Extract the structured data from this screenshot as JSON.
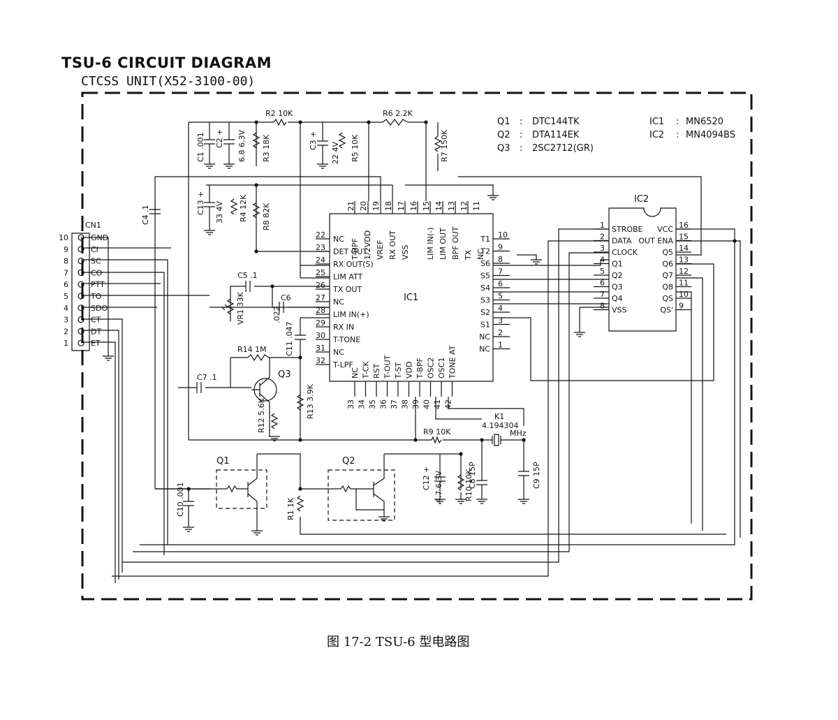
{
  "title": "TSU-6 CIRCUIT DIAGRAM",
  "subtitle": "CTCSS UNIT(X52-3100-00)",
  "caption": "图 17-2   TSU-6 型电路图",
  "parts_list": [
    {
      "ref": "Q1",
      "sep": ":",
      "part": "DTC144TK"
    },
    {
      "ref": "Q2",
      "sep": ":",
      "part": "DTA114EK"
    },
    {
      "ref": "Q3",
      "sep": ":",
      "part": "2SC2712(GR)"
    },
    {
      "ref": "IC1",
      "sep": ":",
      "part": "MN6520"
    },
    {
      "ref": "IC2",
      "sep": ":",
      "part": "MN4094BS"
    }
  ],
  "connector": {
    "name": "CN1",
    "pins": [
      {
        "num": "10",
        "label": "GND"
      },
      {
        "num": "9",
        "label": "CI"
      },
      {
        "num": "8",
        "label": "SC"
      },
      {
        "num": "7",
        "label": "CO"
      },
      {
        "num": "6",
        "label": "PTT"
      },
      {
        "num": "5",
        "label": "TO"
      },
      {
        "num": "4",
        "label": "SDO"
      },
      {
        "num": "3",
        "label": "CT"
      },
      {
        "num": "2",
        "label": "DT"
      },
      {
        "num": "1",
        "label": "ET"
      }
    ]
  },
  "ic1": {
    "name": "IC1",
    "left_pins": [
      {
        "num": "22",
        "label": "NC"
      },
      {
        "num": "23",
        "label": "DET OUT"
      },
      {
        "num": "24",
        "label": "RX OUT(S)"
      },
      {
        "num": "25",
        "label": "LIM ATT"
      },
      {
        "num": "26",
        "label": "TX OUT"
      },
      {
        "num": "27",
        "label": "NC"
      },
      {
        "num": "28",
        "label": "LIM IN(+)"
      },
      {
        "num": "29",
        "label": "RX IN"
      },
      {
        "num": "30",
        "label": "T-TONE"
      },
      {
        "num": "31",
        "label": "NC"
      },
      {
        "num": "32",
        "label": "T-LPF"
      }
    ],
    "top_pins": [
      {
        "num": "21",
        "label": "T-HPF"
      },
      {
        "num": "20",
        "label": "1/2VDD"
      },
      {
        "num": "19",
        "label": "VREF"
      },
      {
        "num": "18",
        "label": "RX OUT"
      },
      {
        "num": "17",
        "label": "VSS"
      },
      {
        "num": "16",
        "label": ""
      },
      {
        "num": "15",
        "label": "LIM IN(-)"
      },
      {
        "num": "14",
        "label": "LIM OUT"
      },
      {
        "num": "13",
        "label": "BPF OUT"
      },
      {
        "num": "12",
        "label": "TX"
      },
      {
        "num": "11",
        "label": "NC"
      }
    ],
    "right_pins": [
      {
        "num": "10",
        "label": "T1"
      },
      {
        "num": "9",
        "label": "T2"
      },
      {
        "num": "8",
        "label": "S6"
      },
      {
        "num": "7",
        "label": "S5"
      },
      {
        "num": "6",
        "label": "S4"
      },
      {
        "num": "5",
        "label": "S3"
      },
      {
        "num": "4",
        "label": "S2"
      },
      {
        "num": "3",
        "label": "S1"
      },
      {
        "num": "2",
        "label": "NC"
      },
      {
        "num": "1",
        "label": "NC"
      }
    ],
    "bottom_pins": [
      {
        "num": "33",
        "label": "NC"
      },
      {
        "num": "34",
        "label": "T-CK"
      },
      {
        "num": "35",
        "label": "RST"
      },
      {
        "num": "36",
        "label": "T-OUT"
      },
      {
        "num": "37",
        "label": "T-ST"
      },
      {
        "num": "38",
        "label": "VDD"
      },
      {
        "num": "39",
        "label": "T-BPF"
      },
      {
        "num": "40",
        "label": "OSC2"
      },
      {
        "num": "41",
        "label": "OSC1"
      },
      {
        "num": "42",
        "label": "TONE AT"
      }
    ]
  },
  "ic2": {
    "name": "IC2",
    "left_pins": [
      {
        "num": "1",
        "label": "STROBE"
      },
      {
        "num": "2",
        "label": "DATA"
      },
      {
        "num": "3",
        "label": "CLOCK"
      },
      {
        "num": "4",
        "label": "Q1"
      },
      {
        "num": "5",
        "label": "Q2"
      },
      {
        "num": "6",
        "label": "Q3"
      },
      {
        "num": "7",
        "label": "Q4"
      },
      {
        "num": "8",
        "label": "VSS"
      }
    ],
    "right_pins": [
      {
        "num": "16",
        "label": "VCC"
      },
      {
        "num": "15",
        "label": "OUT ENA"
      },
      {
        "num": "14",
        "label": "Q5"
      },
      {
        "num": "13",
        "label": "Q6"
      },
      {
        "num": "12",
        "label": "Q7"
      },
      {
        "num": "11",
        "label": "Q8"
      },
      {
        "num": "10",
        "label": "QS"
      },
      {
        "num": "9",
        "label": "QS'"
      }
    ]
  },
  "components": {
    "r2": "R2  10K",
    "r6": "R6  2.2K",
    "c1": "C1 .001",
    "c2": "C2 +",
    "c2v": "6.8 6.3V",
    "r3": "R3 18K",
    "c3": "C3 +",
    "c3v": "22 4V",
    "r5": "R5 10K",
    "r7": "R7 150K",
    "c13": "C13 +",
    "c13v": "33 4V",
    "r4": "R4 12K",
    "r8": "R8 82K",
    "c4": "C4 .1",
    "c5": "C5 .1",
    "c6": "C6",
    "c6v": ".022",
    "vr1": "VR1 33K",
    "c11": "C11 .047",
    "r14": "R14 1M",
    "q3": "Q3",
    "c7": "C7 .1",
    "r12": "R12 5.6K",
    "r13": "R13 3.9K",
    "r9": "R9  10K",
    "k1": "K1",
    "k1v": "4.194304",
    "k1u": "MHz",
    "c8": "C8  15P",
    "c9": "C9  15P",
    "c12": "C12 +",
    "c12v": "4.7 6.3V",
    "r10": "R10 10K",
    "q1": "Q1",
    "q2": "Q2",
    "c10": "C10 .001",
    "r1": "R1 1K"
  }
}
